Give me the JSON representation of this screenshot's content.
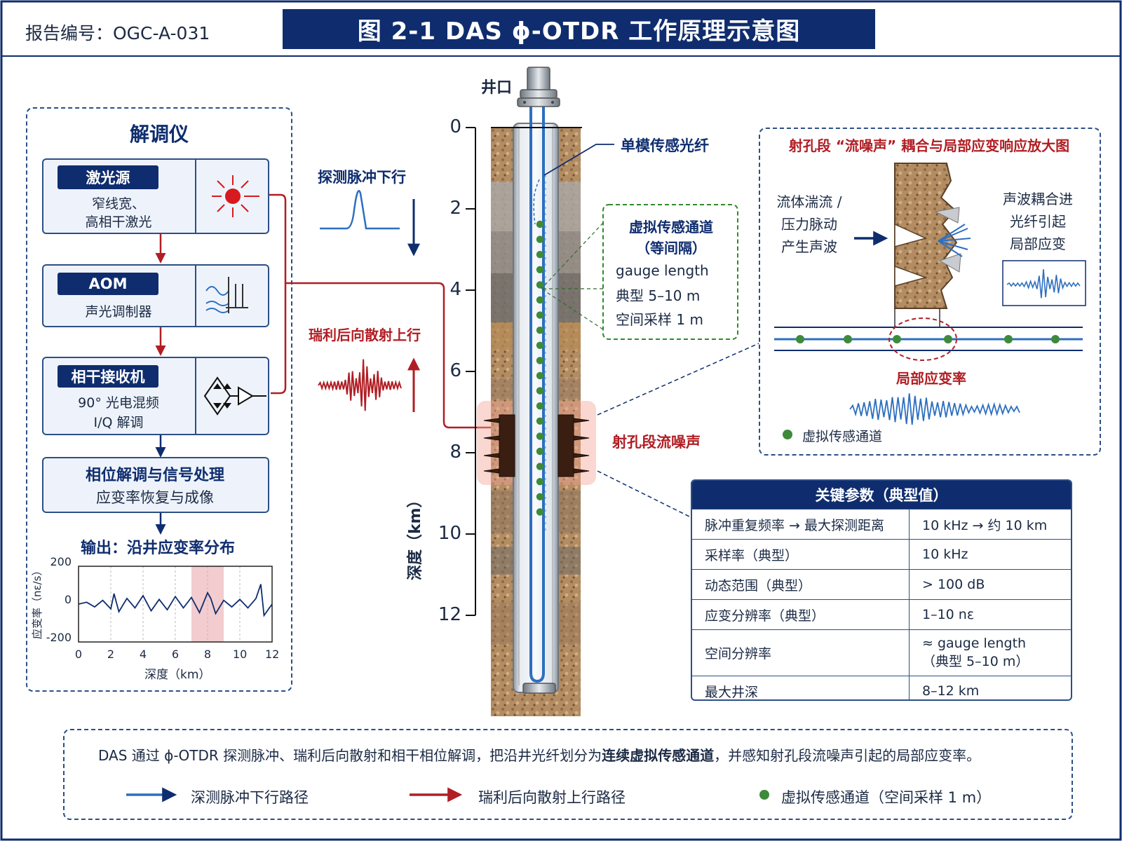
{
  "header": {
    "report_no": "报告编号：OGC-A-031",
    "title": "图 2-1  DAS ϕ-OTDR 工作原理示意图"
  },
  "demodulator": {
    "title": "解调仪",
    "laser": {
      "pill": "激光源",
      "desc1": "窄线宽、",
      "desc2": "高相干激光"
    },
    "aom": {
      "pill": "AOM",
      "desc": "声光调制器"
    },
    "receiver": {
      "pill": "相干接收机",
      "desc1": "90° 光电混频",
      "desc2": "I/Q 解调"
    },
    "processing": {
      "line1": "相位解调与信号处理",
      "line2": "应变率恢复与成像"
    },
    "output_title": "输出：沿井应变率分布"
  },
  "mini_chart": {
    "ylabel": "应变率（nε/s）",
    "xlabel": "深度（km）",
    "x_ticks": [
      "0",
      "2",
      "4",
      "6",
      "8",
      "10",
      "12"
    ],
    "y_ticks": [
      "200",
      "0",
      "-200"
    ]
  },
  "chart_data": {
    "type": "line",
    "xlabel": "深度（km）",
    "ylabel": "应变率（nε/s）",
    "xlim": [
      0,
      12
    ],
    "ylim": [
      -200,
      200
    ],
    "grid": true,
    "highlight_x": [
      7,
      9
    ],
    "x": [
      0,
      0.5,
      1,
      1.5,
      2,
      2.2,
      2.5,
      3,
      3.5,
      4,
      4.5,
      5,
      5.5,
      6,
      6.5,
      7,
      7.5,
      8,
      8.2,
      8.5,
      9,
      9.5,
      10,
      10.5,
      11,
      11.3,
      11.5,
      12
    ],
    "y": [
      0,
      10,
      -15,
      20,
      -25,
      55,
      -40,
      30,
      -20,
      45,
      -35,
      25,
      -30,
      40,
      -20,
      35,
      -45,
      60,
      30,
      -50,
      20,
      -15,
      25,
      -20,
      30,
      105,
      -60,
      0
    ]
  },
  "labels": {
    "pulse_down": "探测脉冲下行",
    "rayleigh_up": "瑞利后向散射上行",
    "wellhead": "井口",
    "fiber": "单模传感光纤",
    "perforation": "射孔段流噪声",
    "depth_axis": "深度（km）",
    "depth_ticks": [
      "0",
      "2",
      "4",
      "6",
      "8",
      "10",
      "12"
    ]
  },
  "virtual_channel_box": {
    "line1": "虚拟传感通道",
    "line2": "（等间隔）",
    "line3": "gauge length",
    "line4": "典型 5–10 m",
    "line5": "空间采样 1 m"
  },
  "zoom_panel": {
    "title": "射孔段 “流噪声” 耦合与局部应变响应放大图",
    "left1": "流体湍流 /",
    "left2": "压力脉动",
    "left3": "产生声波",
    "right1": "声波耦合进",
    "right2": "光纤引起",
    "right3": "局部应变",
    "strain_label": "局部应变率",
    "legend": "虚拟传感通道"
  },
  "params_table": {
    "title": "关键参数（典型值）",
    "rows": [
      {
        "k": "脉冲重复频率 → 最大探测距离",
        "v1": "10 kHz → 约 10 km",
        "v2": ""
      },
      {
        "k": "采样率（典型）",
        "v1": "10 kHz",
        "v2": ""
      },
      {
        "k": "动态范围（典型）",
        "v1": "> 100 dB",
        "v2": ""
      },
      {
        "k": "应变分辨率（典型）",
        "v1": "1–10 nε",
        "v2": ""
      },
      {
        "k": "空间分辨率",
        "v1": "≈  gauge length",
        "v2": "（典型 5–10 m）"
      },
      {
        "k": "最大井深",
        "v1": "8–12 km",
        "v2": ""
      }
    ]
  },
  "footer": {
    "summary_a": "DAS 通过 ϕ-OTDR 探测脉冲、瑞利后向散射和相干相位解调，把沿井光纤划分为",
    "summary_b": "连续虚拟传感通道",
    "summary_c": "，并感知射孔段流噪声引起的局部应变率。",
    "legend_down": "深测脉冲下行路径",
    "legend_up": "瑞利后向散射上行路径",
    "legend_channel": "虚拟传感通道（空间采样 1 m）"
  },
  "colors": {
    "navy": "#0f2d6e",
    "fiber_blue": "#2d6fc0",
    "red": "#b01e24",
    "green": "#3d8a3a"
  }
}
